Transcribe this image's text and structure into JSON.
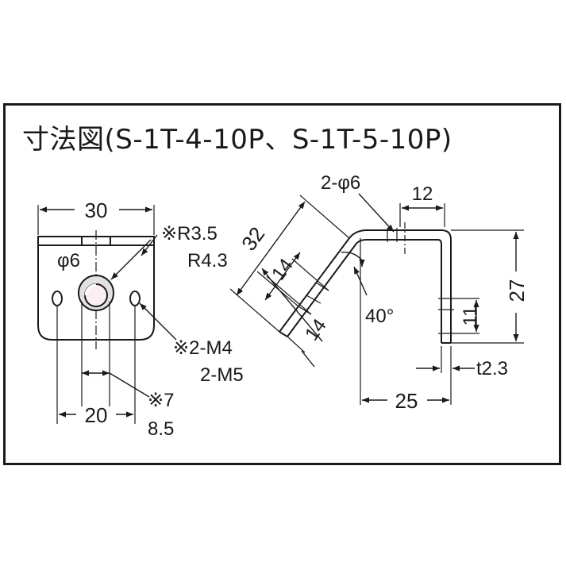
{
  "title": "寸法図(S-1T-4-10P、S-1T-5-10P)",
  "front_view": {
    "width": "30",
    "radius_note_1": "※R3.5",
    "radius_note_2": "R4.3",
    "hole_dia": "φ6",
    "thread_note_1": "※2-M4",
    "thread_note_2": "2-M5",
    "pitch_inner_1": "※7",
    "pitch_inner_2": "8.5",
    "pitch_outer": "20"
  },
  "side_view": {
    "holes": "2-φ6",
    "top_offset": "12",
    "slant_length": "32",
    "slot_upper": "14",
    "slot_lower": "14",
    "angle": "40°",
    "height": "27",
    "slot_height": "11",
    "thickness": "t2.3",
    "depth": "25"
  },
  "colors": {
    "line": "#1a1a1a",
    "fill_gray": "#d8d8d8",
    "hole_fill": "#fdeef2"
  }
}
